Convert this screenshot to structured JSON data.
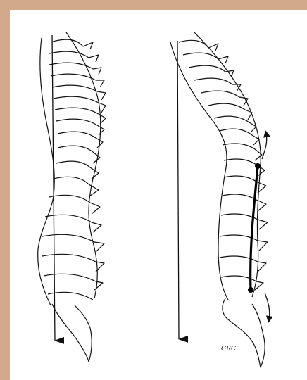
{
  "colors": {
    "frame": "#d2a98b",
    "canvas": "#ffffff",
    "ink": "#111111",
    "plumb_line": "#111111",
    "tension_line": "#000000"
  },
  "figures": [
    {
      "name": "spine-left",
      "description_key": "normal-posture-with-plumb-line"
    },
    {
      "name": "spine-right",
      "description_key": "hyperlordosis-with-plumb-line-and-tension-band"
    }
  ],
  "signature": "GRC"
}
